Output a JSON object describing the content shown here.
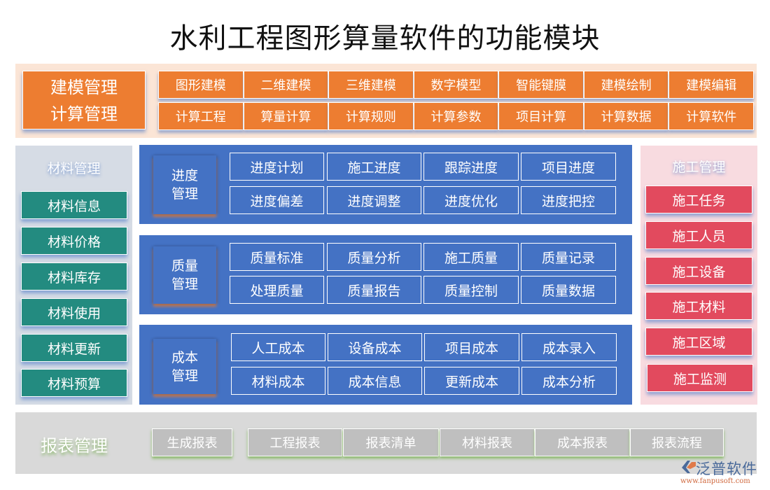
{
  "title": "水利工程图形算量软件的功能模块",
  "top": {
    "main_label_line1": "建模管理",
    "main_label_line2": "计算管理",
    "row1": [
      "图形建模",
      "二维建模",
      "三维建模",
      "数字模型",
      "智能键膜",
      "建模绘制",
      "建模编辑"
    ],
    "row2": [
      "计算工程",
      "算量计算",
      "计算规则",
      "计算参数",
      "项目计算",
      "计算数据",
      "计算软件"
    ],
    "color": "#ed7d31",
    "band_color": "#fbe5d6"
  },
  "materials": {
    "title": "材料管理",
    "items": [
      "材料信息",
      "材料价格",
      "材料库存",
      "材料使用",
      "材料更新",
      "材料预算"
    ],
    "color": "#238b80",
    "panel_color": "#d6dce5"
  },
  "middle": {
    "color": "#4472c4",
    "blocks": [
      {
        "label_line1": "进度",
        "label_line2": "管理",
        "items": [
          "进度计划",
          "施工进度",
          "跟踪进度",
          "项目进度",
          "进度偏差",
          "进度调整",
          "进度优化",
          "进度把控"
        ]
      },
      {
        "label_line1": "质量",
        "label_line2": "管理",
        "items": [
          "质量标准",
          "质量分析",
          "施工质量",
          "质量记录",
          "处理质量",
          "质量报告",
          "质量控制",
          "质量数据"
        ]
      },
      {
        "label_line1": "成本",
        "label_line2": "管理",
        "items": [
          "人工成本",
          "设备成本",
          "项目成本",
          "成本录入",
          "材料成本",
          "成本信息",
          "更新成本",
          "成本分析"
        ]
      }
    ]
  },
  "construction": {
    "title": "施工管理",
    "items": [
      "施工任务",
      "施工人员",
      "施工设备",
      "施工材料",
      "施工区域",
      "施工监测"
    ],
    "color": "#e24a5e",
    "panel_color": "#f8dbe0"
  },
  "reports": {
    "title": "报表管理",
    "items": [
      "生成报表",
      "工程报表",
      "报表清单",
      "材料报表",
      "成本报表",
      "报表流程"
    ],
    "color": "#bfbfbf",
    "band_color": "#d9d9d9"
  },
  "logo": {
    "name": "泛普软件",
    "url": "www.fanpusoft.com"
  }
}
